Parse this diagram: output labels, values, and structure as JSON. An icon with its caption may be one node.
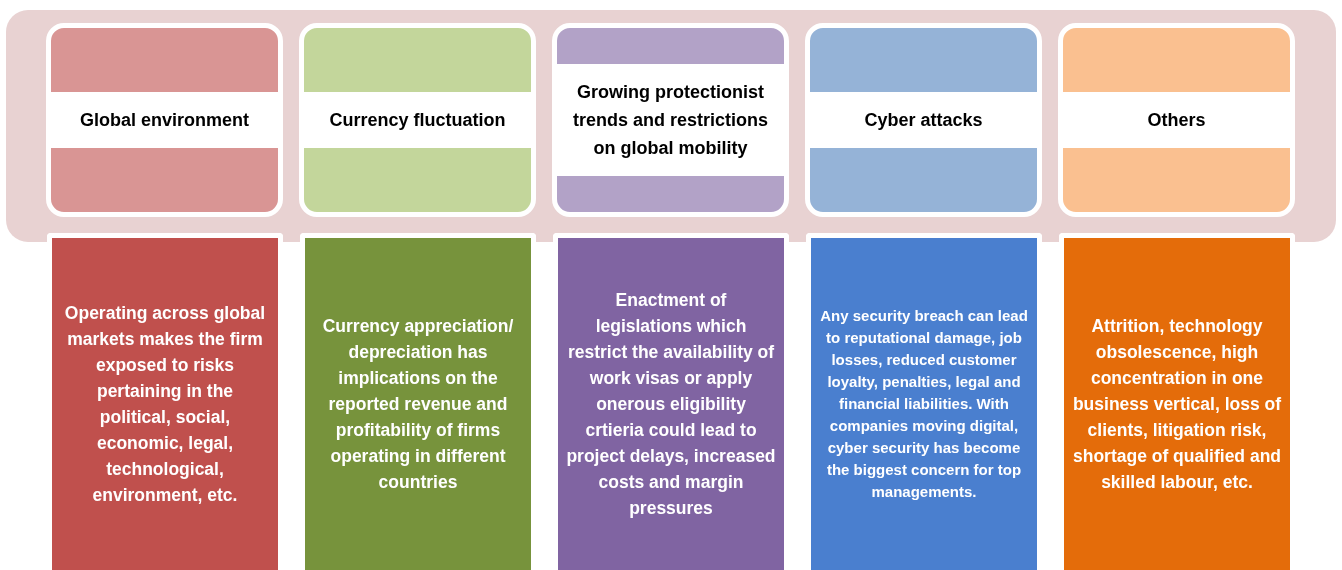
{
  "diagram": {
    "nodes": [
      {
        "text": [],
        "shape": "box"
      },
      {
        "text": [
          "Global environment"
        ],
        "in": 0
      },
      {
        "text": [
          "Currency fluctuation"
        ],
        "in": 0
      },
      {
        "text": [
          "Growing protectionist trends and restrictions on global mobility"
        ],
        "in": 0
      },
      {
        "text": [
          "Cyber attacks"
        ],
        "in": 0
      },
      {
        "text": [
          "Others"
        ],
        "in": 0
      },
      {
        "text": [
          "Operating across global markets makes the firm exposed to risks pertaining in the political, social, economic, legal, technological, environment, etc."
        ]
      },
      {
        "text": [
          "Currency appreciation/ depreciation has implications on the reported revenue and profitability of firms operating in different countries"
        ]
      },
      {
        "text": [
          "Enactment of legislations which restrict the availability of work visas or apply onerous eligibility crtieria could lead to project delays, increased costs and margin pressures"
        ]
      },
      {
        "text": [
          "Any security breach can lead to reputational damage, job losses, reduced customer loyalty, penalties, legal and financial liabilities. With companies moving digital, cyber security has become the biggest concern for top managements."
        ]
      },
      {
        "text": [
          "Attrition, technology obsolescence, high concentration in one business vertical, loss of clients,  litigation risk, shortage of qualified and skilled labour, etc."
        ]
      }
    ]
  }
}
